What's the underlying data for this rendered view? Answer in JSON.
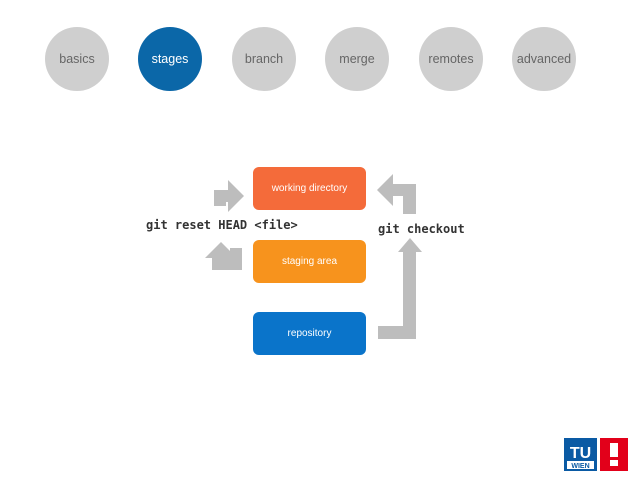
{
  "nav": {
    "items": [
      {
        "label": "basics",
        "active": false
      },
      {
        "label": "stages",
        "active": true
      },
      {
        "label": "branch",
        "active": false
      },
      {
        "label": "merge",
        "active": false
      },
      {
        "label": "remotes",
        "active": false
      },
      {
        "label": "advanced",
        "active": false
      }
    ]
  },
  "diagram": {
    "boxes": {
      "working_directory": "working directory",
      "staging_area": "staging area",
      "repository": "repository"
    },
    "commands": {
      "reset": "git reset HEAD <file>",
      "checkout": "git checkout"
    }
  },
  "logo": {
    "letters_top": "TU",
    "letters_bottom": "WIEN",
    "icon": "tu-wien-logo-icon"
  },
  "colors": {
    "nav_active": "#0b67a8",
    "nav_inactive": "#cfcfcf",
    "working_directory": "#f46b3a",
    "staging_area": "#f7931d",
    "repository": "#0a74ca",
    "arrow": "#bdbdbd",
    "logo_blue": "#0a5aa4",
    "logo_red": "#e2001a"
  }
}
